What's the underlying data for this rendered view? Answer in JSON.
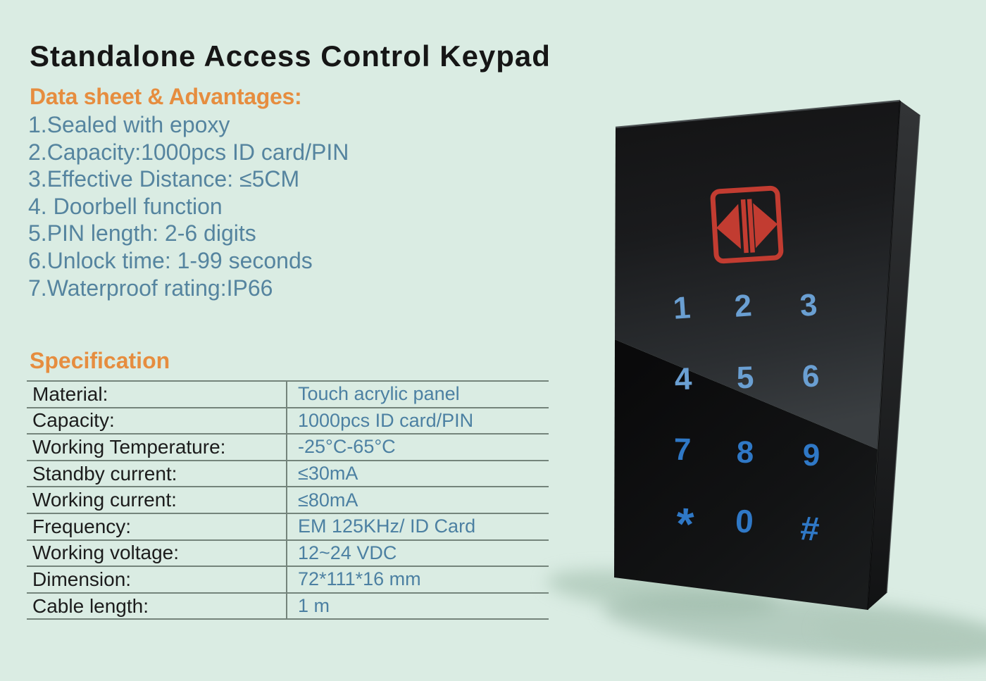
{
  "page": {
    "background_color": "#daece3",
    "accent_orange": "#e68d3f",
    "text_blue": "#55849f"
  },
  "title": "Standalone Access Control Keypad",
  "advantages": {
    "heading": "Data sheet & Advantages:",
    "items": [
      "1.Sealed with epoxy",
      "2.Capacity:1000pcs ID card/PIN",
      "3.Effective Distance: ≤5CM",
      "4. Doorbell function",
      "5.PIN length: 2-6 digits",
      "6.Unlock time: 1-99 seconds",
      "7.Waterproof rating:IP66"
    ]
  },
  "specification": {
    "heading": "Specification",
    "rows": [
      {
        "label": "Material:",
        "value": "Touch acrylic panel"
      },
      {
        "label": "Capacity:",
        "value": "1000pcs ID card/PIN"
      },
      {
        "label": "Working Temperature:",
        "value": "-25°C-65°C"
      },
      {
        "label": "Standby current:",
        "value": "≤30mA"
      },
      {
        "label": "Working current:",
        "value": "≤80mA"
      },
      {
        "label": "Frequency:",
        "value": "EM 125KHz/ ID Card"
      },
      {
        "label": "Working voltage:",
        "value": "12~24 VDC"
      },
      {
        "label": "Dimension:",
        "value": "72*111*16 mm"
      },
      {
        "label": "Cable length:",
        "value": "1 m"
      }
    ]
  },
  "device": {
    "accent_red": "#c23c31",
    "key_color_soft": "#6a9fd2",
    "key_color_bright": "#2f78c6",
    "keys": [
      "1",
      "2",
      "3",
      "4",
      "5",
      "6",
      "7",
      "8",
      "9",
      "*",
      "0",
      "#"
    ]
  }
}
